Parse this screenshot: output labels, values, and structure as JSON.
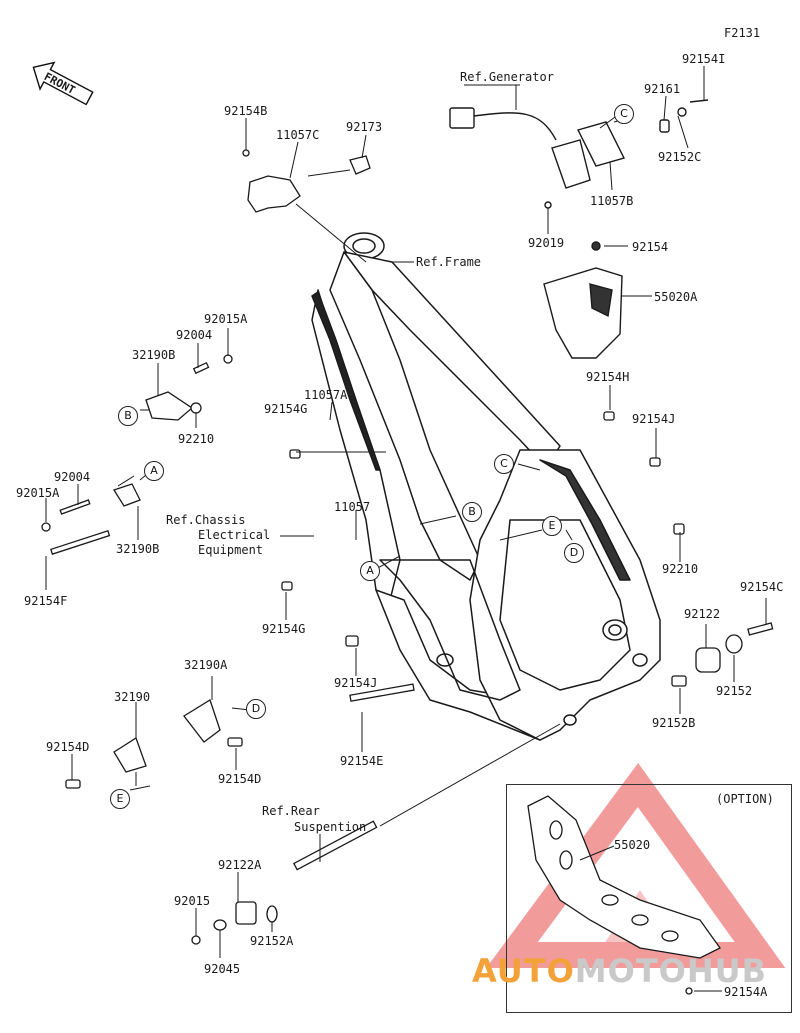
{
  "diagram": {
    "code": "F2131",
    "front_label": "FRONT",
    "option_label": "(OPTION)",
    "watermark": {
      "part1": "AUTO",
      "part2": "MOTO",
      "part3": "HUB"
    },
    "labels": {
      "p92154I": "92154I",
      "refGenerator": "Ref.Generator",
      "p92161": "92161",
      "p92152C": "92152C",
      "p11057B": "11057B",
      "p92019": "92019",
      "p92154B": "92154B",
      "p11057C": "11057C",
      "p92173": "92173",
      "refFrame": "Ref.Frame",
      "p92154": "92154",
      "p55020A": "55020A",
      "p92015A_top": "92015A",
      "p92004_top": "92004",
      "p32190B_top": "32190B",
      "p92210_left": "92210",
      "p11057A": "11057A",
      "p92154G_top": "92154G",
      "p92154H": "92154H",
      "p92154J_right": "92154J",
      "p92004_mid": "92004",
      "p92015A_mid": "92015A",
      "p32190B_mid": "32190B",
      "p92154F": "92154F",
      "refChassis1": "Ref.Chassis",
      "refChassis2": "Electrical",
      "refChassis3": "Equipment",
      "p11057": "11057",
      "p92154G_bot": "92154G",
      "p92210_right": "92210",
      "p92154C": "92154C",
      "p92122": "92122",
      "p92152": "92152",
      "p92152B": "92152B",
      "p92154J_bot": "92154J",
      "p92154E": "92154E",
      "p32190A": "32190A",
      "p32190": "32190",
      "p92154D_left": "92154D",
      "p92154D_right": "92154D",
      "refRear1": "Ref.Rear",
      "refRear2": "Suspention",
      "p92122A": "92122A",
      "p92015": "92015",
      "p92152A": "92152A",
      "p92045": "92045",
      "p55020": "55020",
      "p92154A": "92154A"
    },
    "callouts": {
      "A1": "A",
      "A2": "A",
      "B1": "B",
      "B2": "B",
      "C1": "C",
      "C2": "C",
      "D1": "D",
      "D2": "D",
      "E1": "E",
      "E2": "E"
    }
  }
}
